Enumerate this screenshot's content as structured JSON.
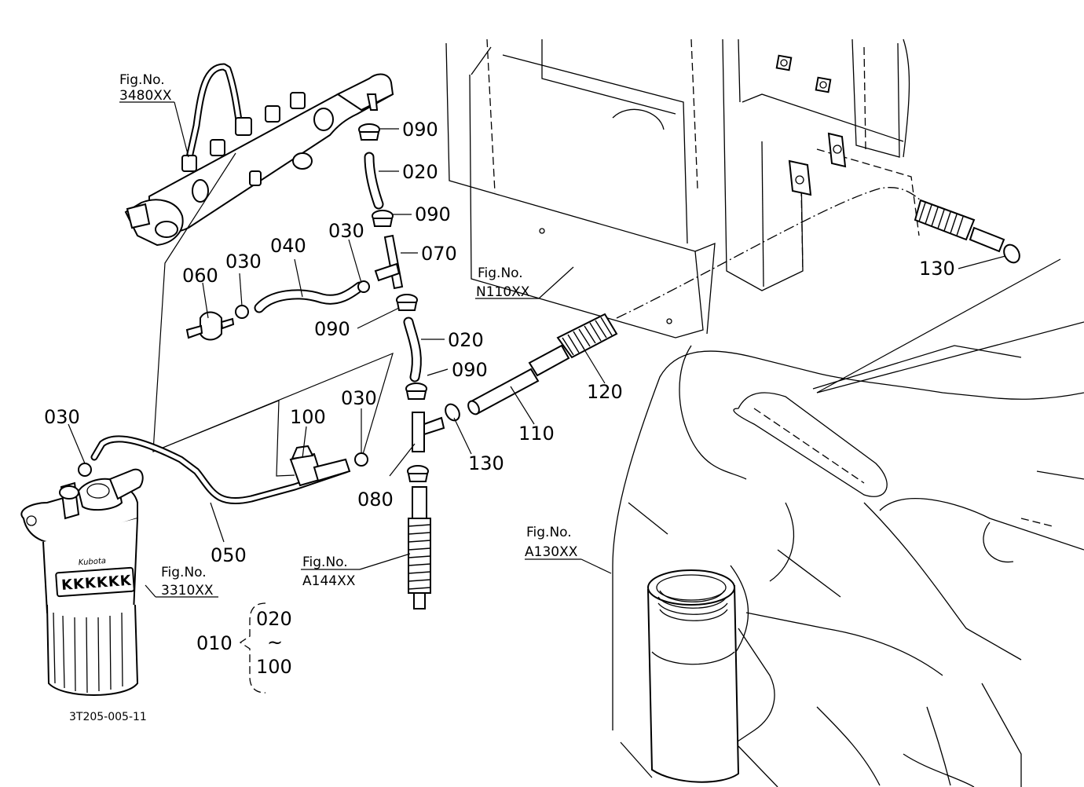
{
  "diagram": {
    "drawing_code": "3T205-005-11",
    "brand_logo_text": "Kubota",
    "filter_label_text": "KKKKKK",
    "figure_refs": [
      {
        "id": "fig-3480",
        "line1": "Fig.No.",
        "line2": "3480XX"
      },
      {
        "id": "fig-n110",
        "line1": "Fig.No.",
        "line2": "N110XX"
      },
      {
        "id": "fig-3310",
        "line1": "Fig.No.",
        "line2": "3310XX"
      },
      {
        "id": "fig-a144",
        "line1": "Fig.No.",
        "line2": "A144XX"
      },
      {
        "id": "fig-a130",
        "line1": "Fig.No.",
        "line2": "A130XX"
      }
    ],
    "part_labels": [
      "090",
      "020",
      "090",
      "030",
      "070",
      "040",
      "030",
      "060",
      "090",
      "020",
      "090",
      "130",
      "120",
      "110",
      "130",
      "030",
      "100",
      "030",
      "080",
      "050"
    ],
    "assembly": {
      "number": "010",
      "range_start": "020",
      "range_sep": "~",
      "range_end": "100"
    }
  }
}
